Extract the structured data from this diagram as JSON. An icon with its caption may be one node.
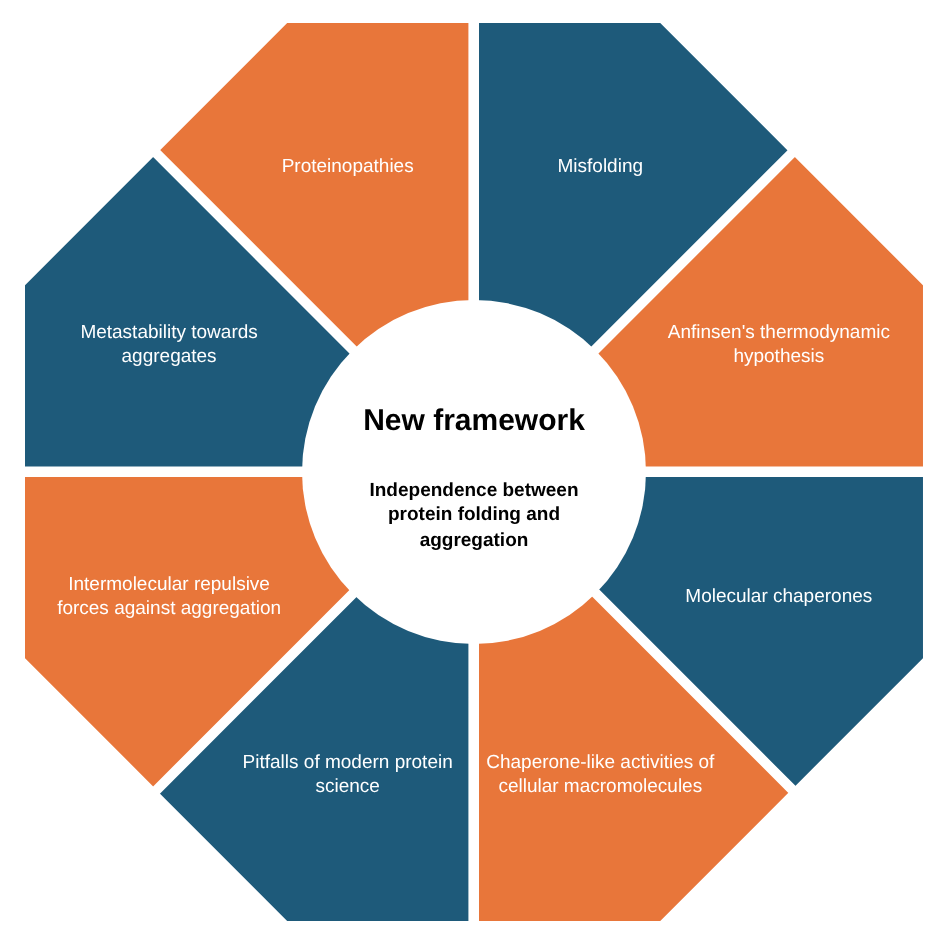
{
  "diagram": {
    "nodes": [
      {
        "text": [
          "New framework",
          "Independence between protein folding and aggregation"
        ]
      },
      {
        "text": [
          "Proteinopathies"
        ]
      },
      {
        "text": [
          "Misfolding"
        ]
      },
      {
        "text": [
          "Anfinsen's thermodynamic hypothesis"
        ]
      },
      {
        "text": [
          "Molecular chaperones"
        ]
      },
      {
        "text": [
          "Chaperone-like activities of cellular macromolecules"
        ]
      },
      {
        "text": [
          "Pitfalls of modern protein science"
        ]
      },
      {
        "text": [
          "Intermolecular repulsive forces against aggregation"
        ]
      },
      {
        "text": [
          "Metastability towards aggregates"
        ]
      }
    ]
  }
}
